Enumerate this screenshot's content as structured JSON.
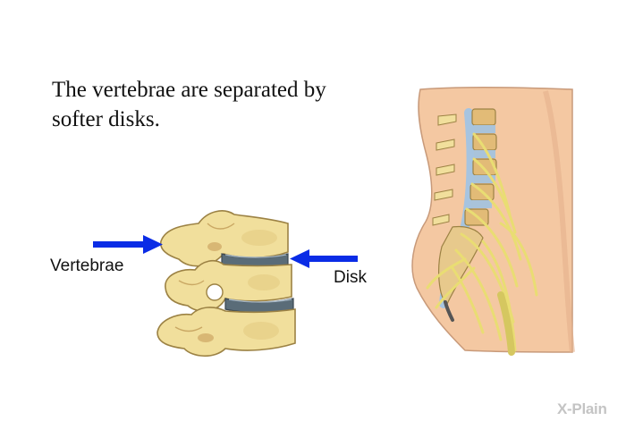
{
  "caption": "The vertebrae are separated by softer disks.",
  "labels": {
    "vertebrae": "Vertebrae",
    "disk": "Disk"
  },
  "logo": "X-Plain",
  "colors": {
    "arrow": "#0a2ce6",
    "bone": "#f1df9c",
    "bone_shadow": "#d2b36a",
    "disk": "#5a6c78",
    "skin": "#f4c8a2",
    "nerve": "#e9dd73",
    "cord": "#a6c4e0"
  },
  "icons": [
    "arrow-right-icon",
    "arrow-left-icon",
    "x-plain-logo-icon"
  ]
}
